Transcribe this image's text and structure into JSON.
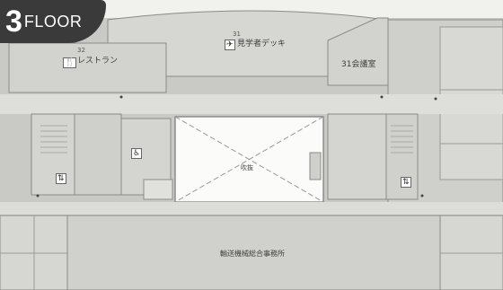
{
  "badge": {
    "number": "3",
    "word": "FLOOR"
  },
  "rooms": {
    "restaurant": {
      "number": "32",
      "label": "レストラン"
    },
    "observation_deck": {
      "number": "31",
      "label": "見学者デッキ"
    },
    "meeting_room": {
      "label": "31会議室"
    },
    "atrium": {
      "label": "吹抜"
    },
    "office": {
      "label": "輸送機械総合事務所"
    }
  },
  "icons": [
    "restaurant-icon",
    "observation-icon",
    "restroom-icon",
    "stairs-icon"
  ]
}
